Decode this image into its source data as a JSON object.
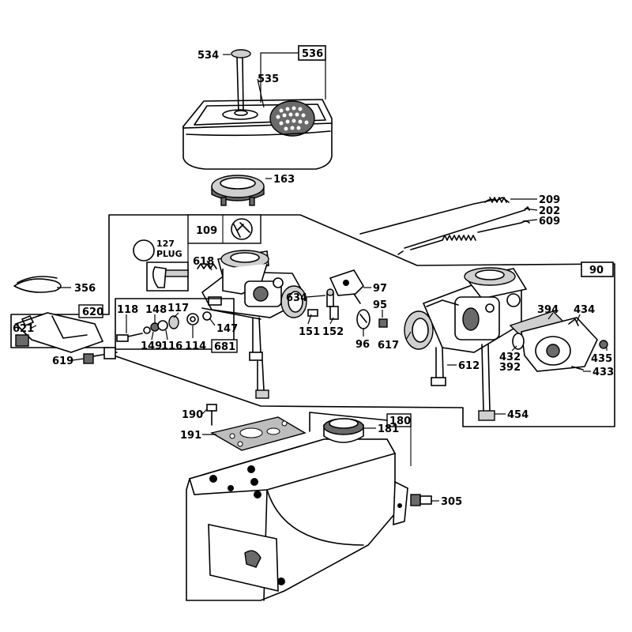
{
  "parts": {
    "p534": "534",
    "p535": "535",
    "p536": "536",
    "p163": "163",
    "p209": "209",
    "p202": "202",
    "p609": "609",
    "p90": "90",
    "p127": "127",
    "p127_plug": "PLUG",
    "p109": "109",
    "p618": "618",
    "p356": "356",
    "p620": "620",
    "p621": "621",
    "p619": "619",
    "p118": "118",
    "p148": "148",
    "p117": "117",
    "p149": "149",
    "p116": "116",
    "p114": "114",
    "p147": "147",
    "p681": "681",
    "p634": "634",
    "p97": "97",
    "p95": "95",
    "p151": "151",
    "p152": "152",
    "p96": "96",
    "p617": "617",
    "p612": "612",
    "p394": "394",
    "p434": "434",
    "p432": "432",
    "p392": "392",
    "p435": "435",
    "p433": "433",
    "p454": "454",
    "p190": "190",
    "p191": "191",
    "p180": "180",
    "p181": "181",
    "p305": "305"
  }
}
